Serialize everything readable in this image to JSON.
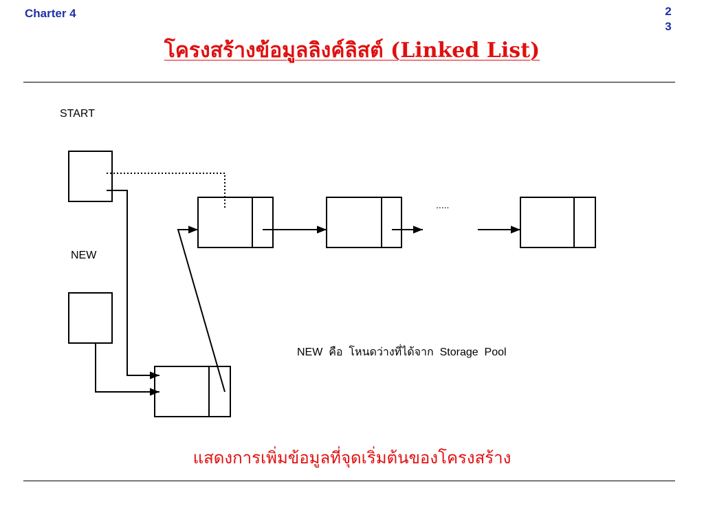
{
  "header": {
    "chapter": "Charter 4",
    "page_number_line1": "2",
    "page_number_line2": "3"
  },
  "title": "โครงสร้างข้อมูลลิงค์ลิสต์ (Linked List)",
  "diagram": {
    "start_label": "START",
    "new_label": "NEW",
    "ellipsis": ".....",
    "note": "NEW  คือ  โหนดว่างที่ได้จาก  Storage  Pool"
  },
  "caption": "แสดงการเพิ่มข้อมูลที่จุดเริ่มต้นของโครงสร้าง",
  "colors": {
    "title": "#e01010",
    "header": "#1f2fa8",
    "lines": "#000000"
  }
}
